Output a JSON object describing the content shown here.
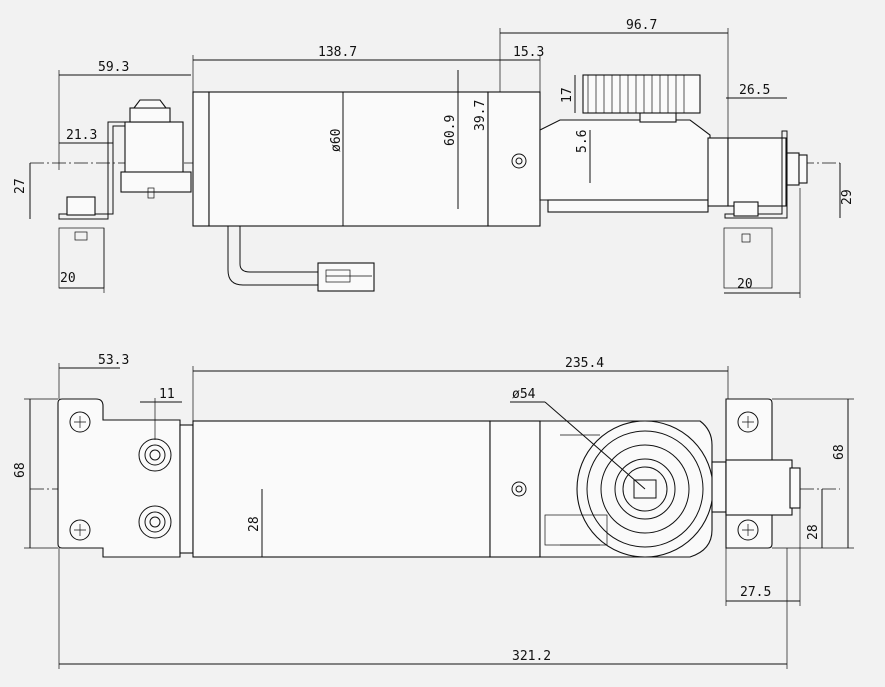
{
  "top_view": {
    "dims": {
      "bracket_offset": "59.3",
      "motor_length": "138.7",
      "gearbox_width": "96.7",
      "flange": "15.3",
      "pulley_height": "17",
      "bracket_right": "26.5",
      "bracket_arm": "21.3",
      "height_left": "27",
      "gear_height": "60.9",
      "motor_half": "39.7",
      "motor_dia": "ø60",
      "shaft_offset": "5.6",
      "height_right": "29",
      "foot_left": "20",
      "foot_right": "20"
    }
  },
  "bottom_view": {
    "dims": {
      "bracket_left": "53.3",
      "nut_width": "11",
      "body_length": "235.4",
      "pulley_dia": "ø54",
      "height_left": "68",
      "height_right": "68",
      "center_left": "28",
      "center_right": "28",
      "foot_right": "27.5",
      "overall_length": "321.2"
    }
  }
}
